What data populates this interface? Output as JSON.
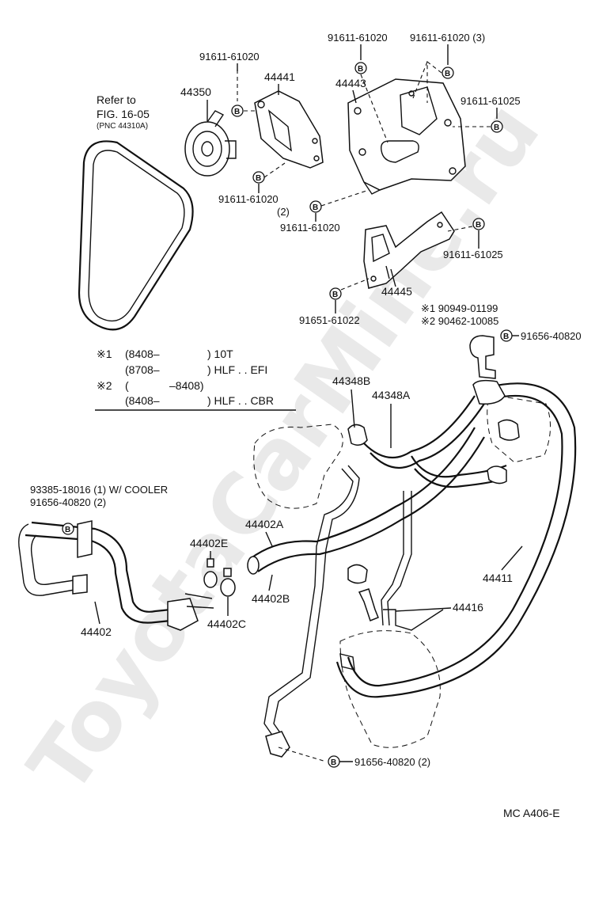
{
  "watermark": "ToyotaCarMine.ru",
  "diagram_code": "MC  A406-E",
  "belt_ref": {
    "line1": "Refer to",
    "line2": "FIG. 16-05",
    "line3": "(PNC 44310A)"
  },
  "notes": {
    "n1_mark": "※1",
    "n1_from": "(8408–",
    "n1_code": ") 10T",
    "n1_from2": "(8708–",
    "n1_code2": ") HLF . . EFI",
    "n2_mark": "※2",
    "n2_from": "(",
    "n2_to": "–8408)",
    "n2_from2": "(8408–",
    "n2_code2": ") HLF . . CBR"
  },
  "bolt_symbol": "B",
  "parts": {
    "p44350": "44350",
    "p44441": "44441",
    "p44443": "44443",
    "p44445": "44445",
    "p44348B": "44348B",
    "p44348A": "44348A",
    "p44402A": "44402A",
    "p44402B": "44402B",
    "p44402E": "44402E",
    "p44402C": "44402C",
    "p44402": "44402",
    "p44411": "44411",
    "p44416": "44416"
  },
  "bolts": {
    "b1": "91611-61020",
    "b2": "91611-61020",
    "b3": "91611-61020 (3)",
    "b4": "91611-61025",
    "b5": "91611-61020",
    "b5_qty": "(2)",
    "b6": "91611-61020",
    "b7": "91611-61025",
    "b8": "91651-61022",
    "b9": "※1 90949-01199",
    "b10": "※2 90462-10085",
    "b11": "91656-40820",
    "b12": "93385-18016 (1) W/ COOLER",
    "b13": "91656-40820 (2)",
    "b14": "91656-40820 (2)"
  }
}
